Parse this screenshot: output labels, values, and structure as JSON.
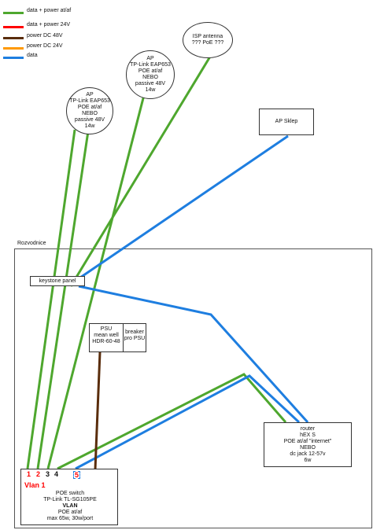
{
  "colors": {
    "green": "#4ea72e",
    "red": "#ff0000",
    "brown": "#5a2d0c",
    "orange": "#ff9900",
    "blue": "#1e7ee0"
  },
  "legend": [
    {
      "label": "data + power at/af",
      "color": "#4ea72e"
    },
    {
      "label": "data + power 24V",
      "color": "#ff0000"
    },
    {
      "label": "power DC 48V",
      "color": "#5a2d0c"
    },
    {
      "label": "power DC 24V",
      "color": "#ff9900"
    },
    {
      "label": "data",
      "color": "#1e7ee0"
    }
  ],
  "nodes": {
    "ap1": {
      "lines": [
        "AP",
        "TP-Link EAP653",
        "POE at/af",
        "NEBO",
        "passive 48V",
        "14w"
      ]
    },
    "ap2": {
      "lines": [
        "AP",
        "TP-Link EAP653",
        "POE at/af",
        "NEBO",
        "passive 48V",
        "14w"
      ]
    },
    "isp": {
      "lines": [
        "ISP antenna",
        "??? PoE ???"
      ]
    },
    "ap_sklep": {
      "label": "AP Sklep"
    },
    "rozvodnice": {
      "label": "Rozvodnice"
    },
    "keystone": {
      "label": "keystone panel"
    },
    "psu": {
      "lines": [
        "PSU",
        "mean well",
        "HDR-60-48"
      ]
    },
    "breaker": {
      "lines": [
        "breaker",
        "pro PSU"
      ]
    },
    "router": {
      "lines": [
        "router",
        "hEX S",
        "POE at/af \"internet\"",
        "NEBO",
        "dc jack 12-57v",
        "6w"
      ]
    },
    "switch": {
      "vlan1": "Vlan 1",
      "lines": [
        "POE switch",
        "TP-Link TL-SG105PE"
      ],
      "vlan": "VLAN",
      "lines2": [
        "POE at/af",
        "max 65w, 30w/port"
      ],
      "ports": [
        "1",
        "2",
        "3",
        "4",
        "5"
      ]
    }
  }
}
